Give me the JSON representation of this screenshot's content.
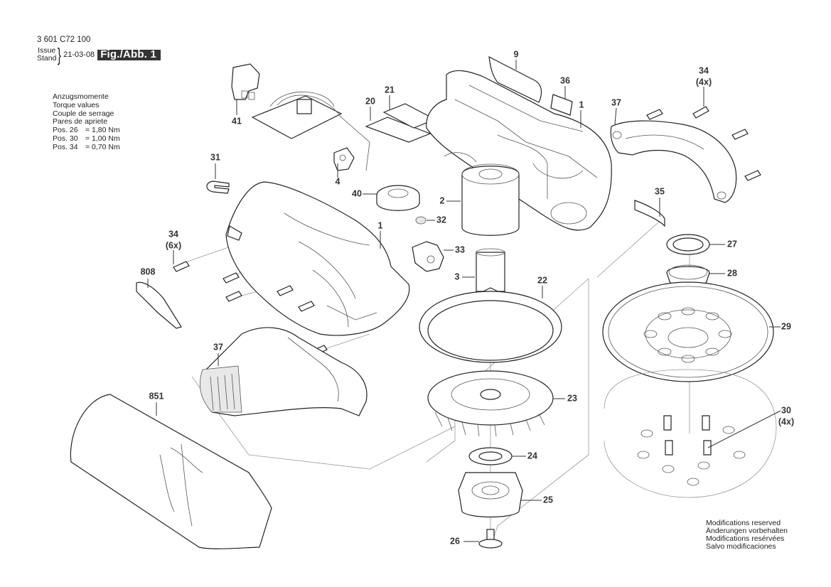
{
  "header": {
    "doc_number": "3 601 C72 100",
    "issue_label_en": "Issue",
    "issue_label_de": "Stand",
    "issue_date": "21-03-08",
    "figure_label": "Fig./Abb. 1"
  },
  "torque_values": {
    "titles": [
      "Anzugsmomente",
      "Torque values",
      "Couple de serrage",
      "Pares de apriete"
    ],
    "rows": [
      {
        "pos": "Pos. 26",
        "value": "= 1,80 Nm"
      },
      {
        "pos": "Pos. 30",
        "value": "= 1,00 Nm"
      },
      {
        "pos": "Pos. 34",
        "value": "= 0,70 Nm"
      }
    ]
  },
  "footer_notes": [
    "Modifications reserved",
    "Änderungen vorbehalten",
    "Modifications resérvées",
    "Salvo modificaciones"
  ],
  "callouts": {
    "p9": "9",
    "p36": "36",
    "p1_top": "1",
    "p34_top": "34",
    "p34_top_qty": "(4x)",
    "p37_top": "37",
    "p21": "21",
    "p20": "20",
    "p41": "41",
    "p31": "31",
    "p4": "4",
    "p40": "40",
    "p2": "2",
    "p32": "32",
    "p35": "35",
    "p27": "27",
    "p28": "28",
    "p1_left": "1",
    "p34_left": "34",
    "p34_left_qty": "(6x)",
    "p33": "33",
    "p808": "808",
    "p3": "3",
    "p22": "22",
    "p29": "29",
    "p37_left": "37",
    "p851": "851",
    "p23": "23",
    "p30": "30",
    "p30_qty": "(4x)",
    "p24": "24",
    "p25": "25",
    "p26": "26"
  }
}
